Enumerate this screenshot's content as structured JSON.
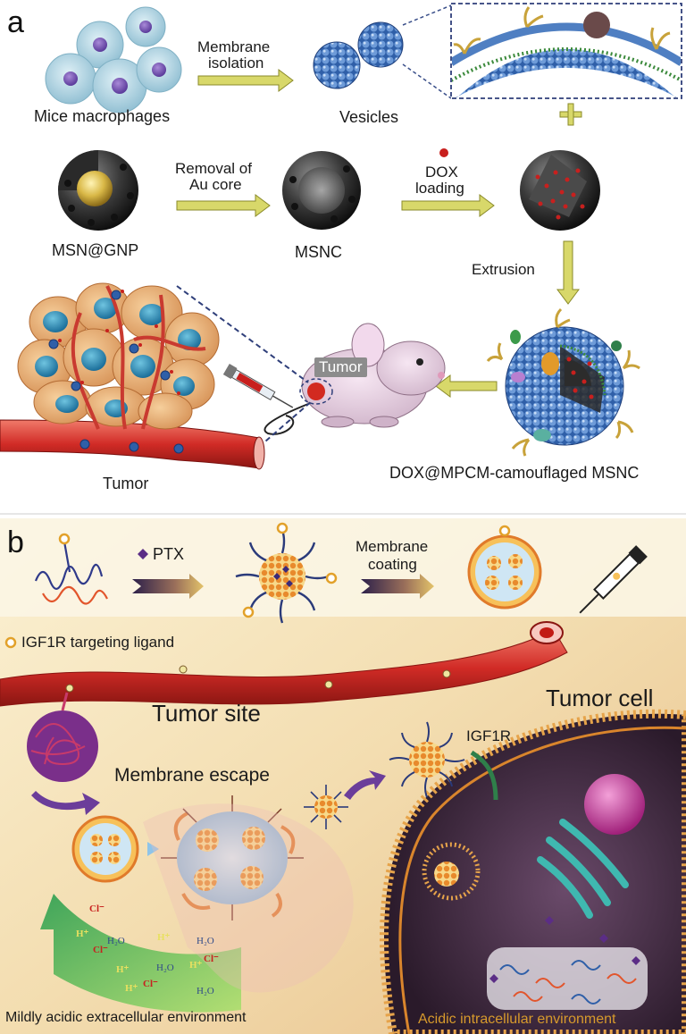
{
  "panel_a": {
    "letter": "a",
    "label_mice": "Mice macrophages",
    "label_membrane_isolation_1": "Membrane",
    "label_membrane_isolation_2": "isolation",
    "label_vesicles": "Vesicles",
    "label_msn_gnp": "MSN@GNP",
    "label_removal_1": "Removal of",
    "label_removal_2": "Au core",
    "label_msnc": "MSNC",
    "label_dox_1": "DOX",
    "label_dox_2": "loading",
    "label_extrusion": "Extrusion",
    "label_tumor_tag": "Tumor",
    "label_tumor": "Tumor",
    "label_final": "DOX@MPCM-camouflaged MSNC"
  },
  "panel_b": {
    "letter": "b",
    "label_ptx": "PTX",
    "label_membrane_coating_1": "Membrane",
    "label_membrane_coating_2": "coating",
    "label_ligand": "IGF1R targeting ligand",
    "label_tumor_site": "Tumor site",
    "label_tumor_cell": "Tumor cell",
    "label_igf1r": "IGF1R",
    "label_membrane_escape": "Membrane escape",
    "label_mild_acidic": "Mildly acidic extracellular environment",
    "label_acidic_intra": "Acidic intracellular environment",
    "ions": [
      "Cl⁻",
      "H⁺",
      "H₂O",
      "H⁺",
      "H₂O",
      "Cl⁻",
      "H⁺",
      "H₂O",
      "H⁺",
      "Cl⁻",
      "H⁺",
      "Cl⁻",
      "H₂O"
    ]
  },
  "colors": {
    "arrow_yellow": "#d8d86a",
    "arrow_yellow_edge": "#8a8a2a",
    "membrane_blue": "#3f6fb5",
    "dox_red": "#c8201e",
    "vessel_red": "#d9403a",
    "background_b": "#f4e2b4",
    "acidic_text": "#d79a2c"
  }
}
